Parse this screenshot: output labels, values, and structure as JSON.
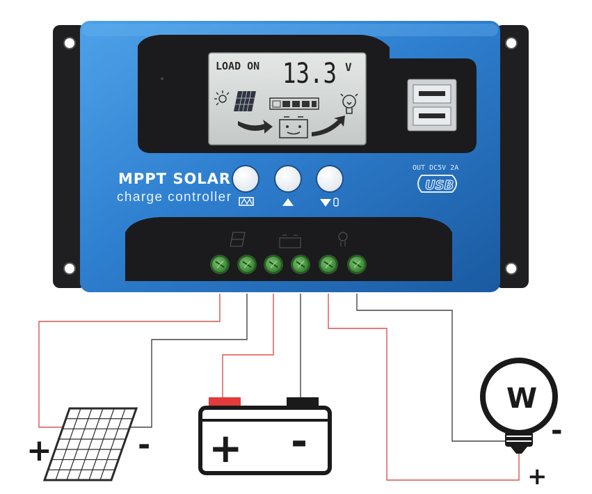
{
  "device": {
    "lcd": {
      "status": "LOAD ON",
      "voltage": "13.3",
      "unit": "V"
    },
    "brand_line1": "MPPT SOLAR",
    "brand_line2": "charge controller",
    "usb": {
      "rating": "OUT DC5V 2A",
      "label": "USB"
    },
    "buttons": [
      {
        "name": "menu-button"
      },
      {
        "name": "up-button"
      },
      {
        "name": "down-button"
      }
    ],
    "terminals": [
      {
        "name": "solar-positive-terminal",
        "wire_color": "#d9534f"
      },
      {
        "name": "solar-negative-terminal",
        "wire_color": "#444444"
      },
      {
        "name": "battery-positive-terminal",
        "wire_color": "#d9534f"
      },
      {
        "name": "battery-negative-terminal",
        "wire_color": "#444444"
      },
      {
        "name": "load-positive-terminal",
        "wire_color": "#d9534f"
      },
      {
        "name": "load-negative-terminal",
        "wire_color": "#444444"
      }
    ]
  },
  "components": {
    "solar": {
      "plus": "+",
      "minus": "-"
    },
    "battery": {
      "plus": "+",
      "minus": "-"
    },
    "bulb": {
      "plus": "+",
      "minus": "-",
      "glyph": "W"
    }
  },
  "colors": {
    "housing": "#2f7fd0",
    "housing_dark": "#1d5fa8",
    "panel": "#1b1b1d",
    "lcd": "#d4d8d6",
    "terminal": "#3f9a3a",
    "wire_red": "#d9534f",
    "wire_dark": "#444444",
    "battery_pos": "#e23b3b"
  }
}
